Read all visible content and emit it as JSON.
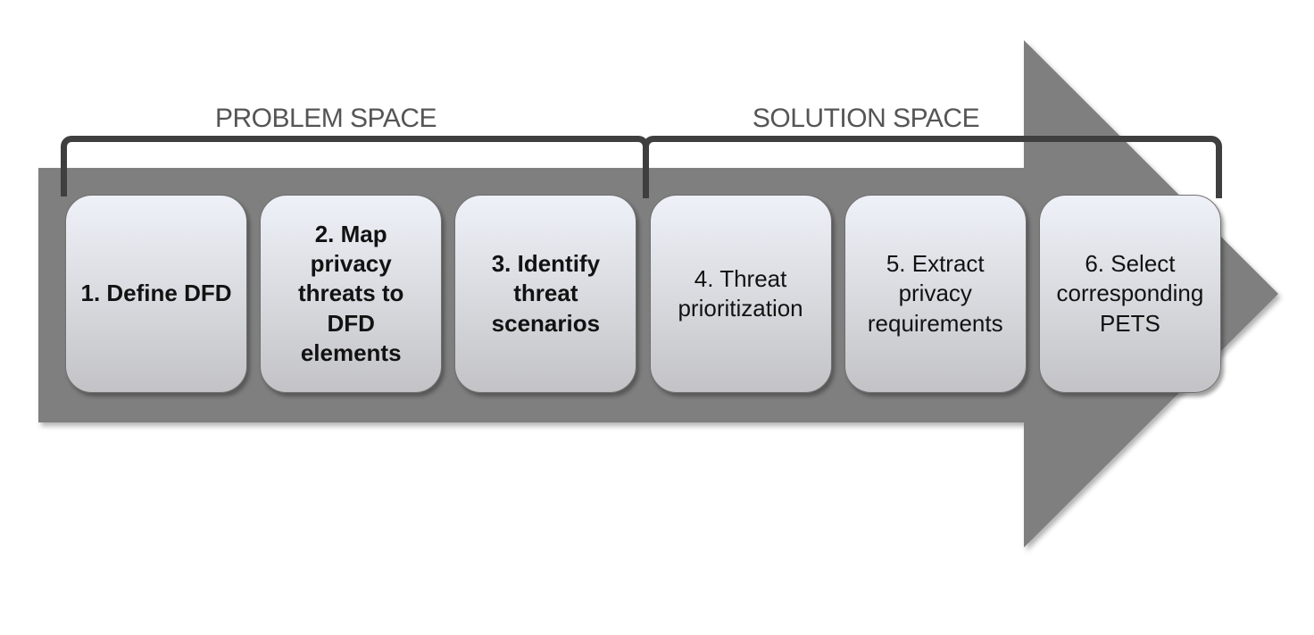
{
  "diagram": {
    "sections": [
      {
        "label": "PROBLEM SPACE"
      },
      {
        "label": "SOLUTION SPACE"
      }
    ],
    "steps": [
      {
        "label": "1. Define DFD"
      },
      {
        "label": "2. Map\nprivacy\nthreats to\nDFD\nelements"
      },
      {
        "label": "3. Identify\nthreat\nscenarios"
      },
      {
        "label": "4. Threat\nprioritization"
      },
      {
        "label": "5. Extract\nprivacy\nrequirements"
      },
      {
        "label": "6. Select\ncorresponding\nPETS"
      }
    ],
    "colors": {
      "arrow": "#7f7f7f",
      "bracket": "#3f3f3f",
      "heading_text": "#555555",
      "box_border": "#707070",
      "box_gradient_top": "#eef1f8",
      "box_gradient_bottom": "#c3c3c6",
      "step_text": "#121212"
    }
  }
}
